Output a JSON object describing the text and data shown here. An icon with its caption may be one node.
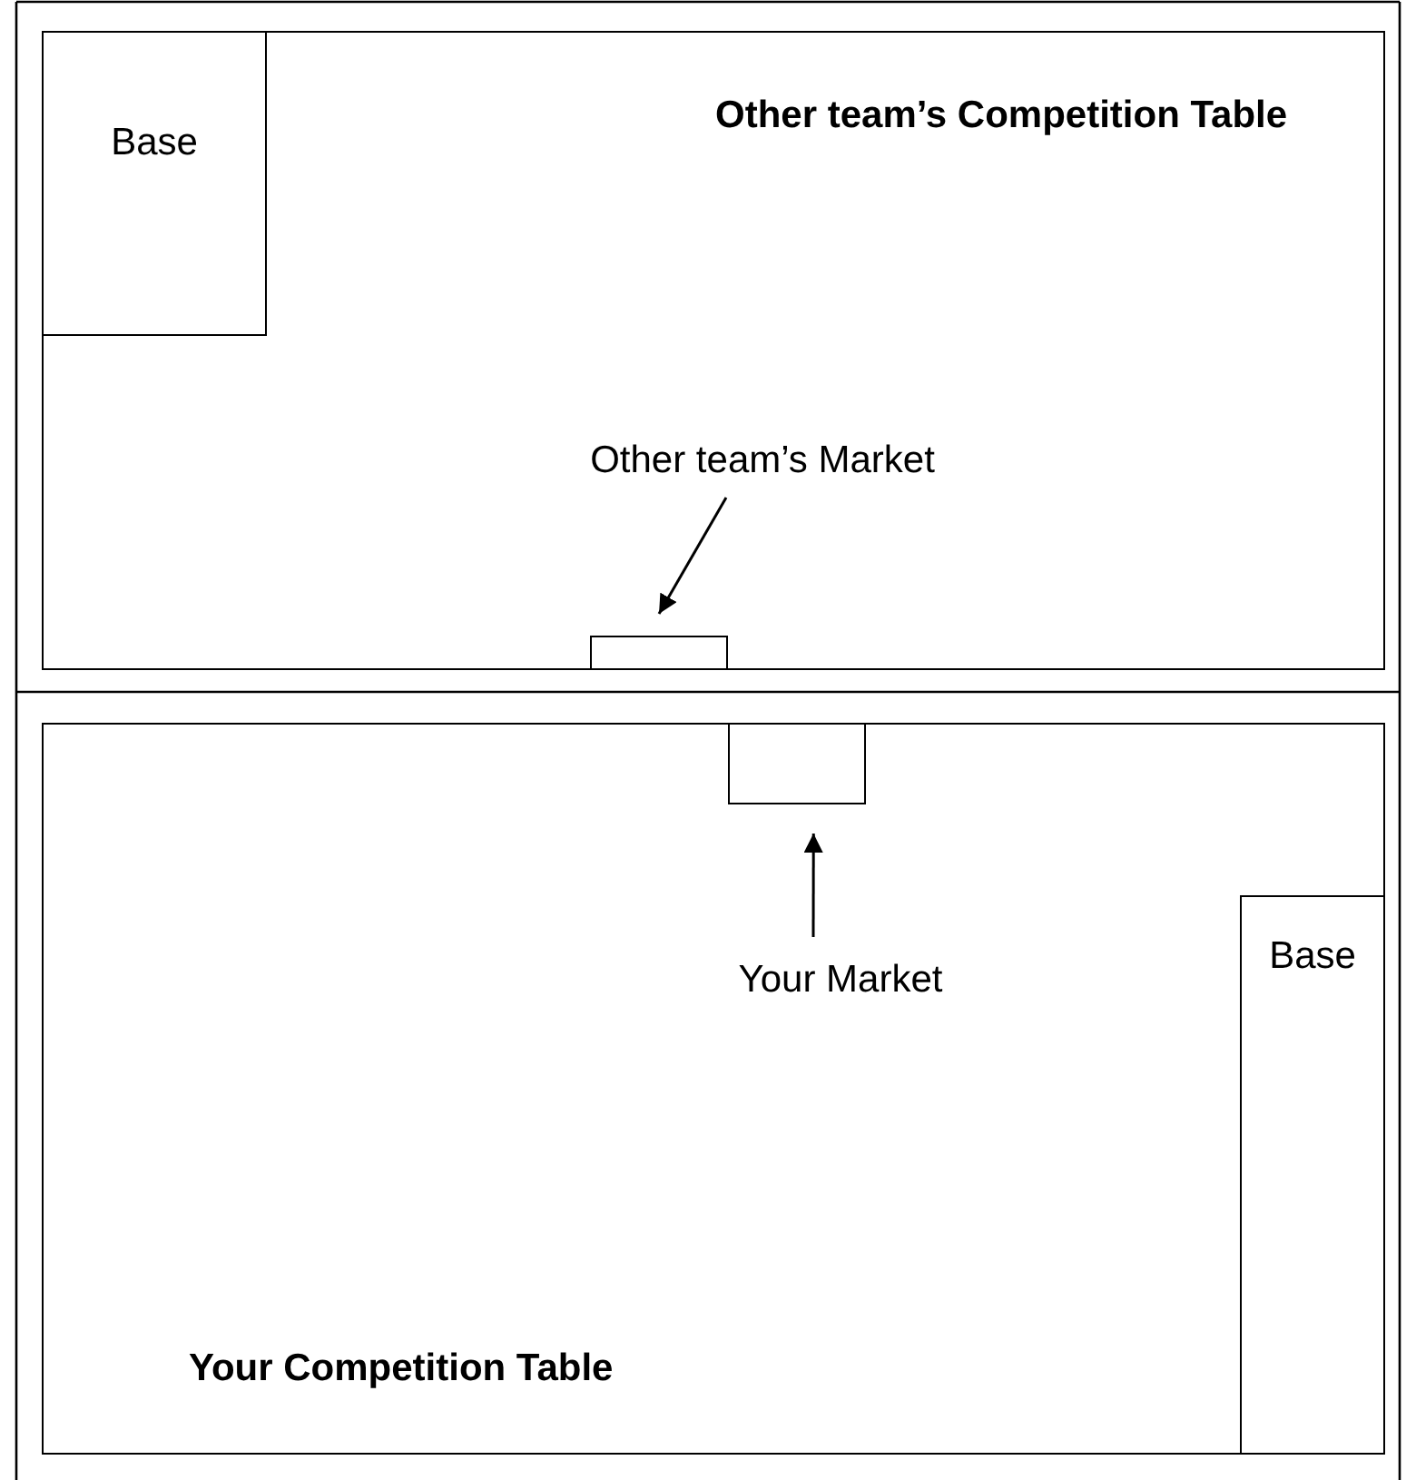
{
  "diagram": {
    "nodes": [
      {
        "text": [
          "Other team’s Competition Table"
        ]
      },
      {
        "text": [
          "Base"
        ],
        "in": 0
      },
      {
        "text": [
          "Other team’s Market"
        ],
        "in": 0
      },
      {
        "text": [],
        "shape": "box",
        "in": 0
      },
      {
        "text": [
          "Your Competition Table"
        ]
      },
      {
        "text": [],
        "shape": "box",
        "in": 4
      },
      {
        "text": [
          "Your Market"
        ],
        "in": 4
      },
      {
        "text": [
          "Base"
        ],
        "in": 4
      }
    ],
    "edges": [
      {
        "from": 2,
        "to": 3,
        "arrow": "to"
      },
      {
        "from": 6,
        "to": 5,
        "arrow": "to"
      }
    ]
  }
}
